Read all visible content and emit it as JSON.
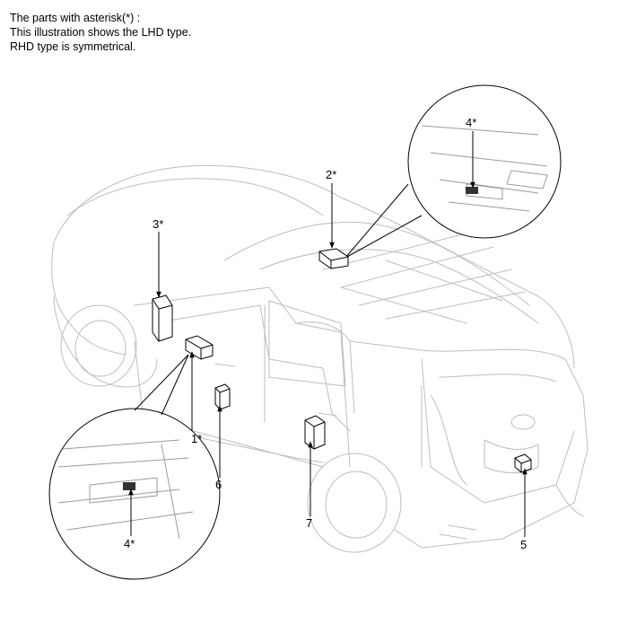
{
  "notes": {
    "line1": "The parts with asterisk(*) :",
    "line2": "This illustration shows the LHD type.",
    "line3": "RHD type is symmetrical."
  },
  "callouts": {
    "c1": "1*",
    "c2": "2*",
    "c3": "3*",
    "c4_top": "4*",
    "c4_bottom": "4*",
    "c5": "5",
    "c6": "6",
    "c7": "7"
  }
}
